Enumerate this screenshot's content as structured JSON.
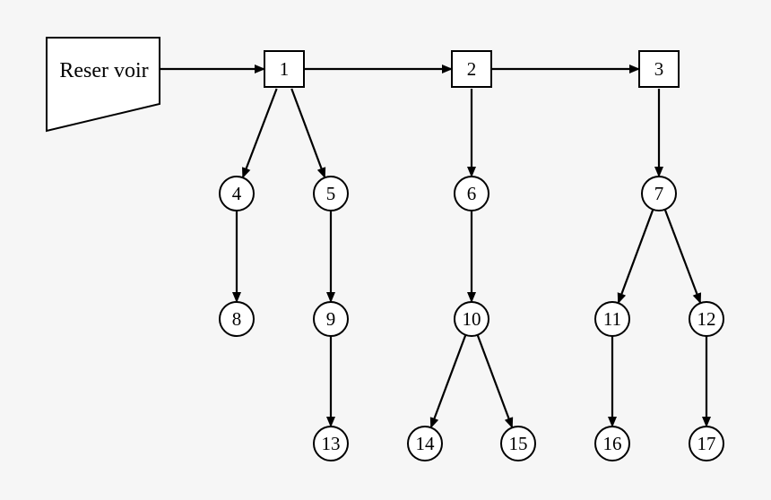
{
  "diagram": {
    "reservoir": {
      "label": "Reser voir"
    },
    "nodes": [
      {
        "id": "1",
        "label": "1",
        "shape": "square"
      },
      {
        "id": "2",
        "label": "2",
        "shape": "square"
      },
      {
        "id": "3",
        "label": "3",
        "shape": "square"
      },
      {
        "id": "4",
        "label": "4",
        "shape": "circle"
      },
      {
        "id": "5",
        "label": "5",
        "shape": "circle"
      },
      {
        "id": "6",
        "label": "6",
        "shape": "circle"
      },
      {
        "id": "7",
        "label": "7",
        "shape": "circle"
      },
      {
        "id": "8",
        "label": "8",
        "shape": "circle"
      },
      {
        "id": "9",
        "label": "9",
        "shape": "circle"
      },
      {
        "id": "10",
        "label": "10",
        "shape": "circle"
      },
      {
        "id": "11",
        "label": "11",
        "shape": "circle"
      },
      {
        "id": "12",
        "label": "12",
        "shape": "circle"
      },
      {
        "id": "13",
        "label": "13",
        "shape": "circle"
      },
      {
        "id": "14",
        "label": "14",
        "shape": "circle"
      },
      {
        "id": "15",
        "label": "15",
        "shape": "circle"
      },
      {
        "id": "16",
        "label": "16",
        "shape": "circle"
      },
      {
        "id": "17",
        "label": "17",
        "shape": "circle"
      }
    ],
    "edges": [
      [
        "reservoir",
        "1"
      ],
      [
        "1",
        "2"
      ],
      [
        "2",
        "3"
      ],
      [
        "1",
        "4"
      ],
      [
        "1",
        "5"
      ],
      [
        "2",
        "6"
      ],
      [
        "3",
        "7"
      ],
      [
        "4",
        "8"
      ],
      [
        "5",
        "9"
      ],
      [
        "6",
        "10"
      ],
      [
        "7",
        "11"
      ],
      [
        "7",
        "12"
      ],
      [
        "9",
        "13"
      ],
      [
        "10",
        "14"
      ],
      [
        "10",
        "15"
      ],
      [
        "11",
        "16"
      ],
      [
        "12",
        "17"
      ]
    ],
    "colors": {
      "stroke": "#000000",
      "node_fill": "#ffffff",
      "background": "#f6f6f6"
    }
  }
}
